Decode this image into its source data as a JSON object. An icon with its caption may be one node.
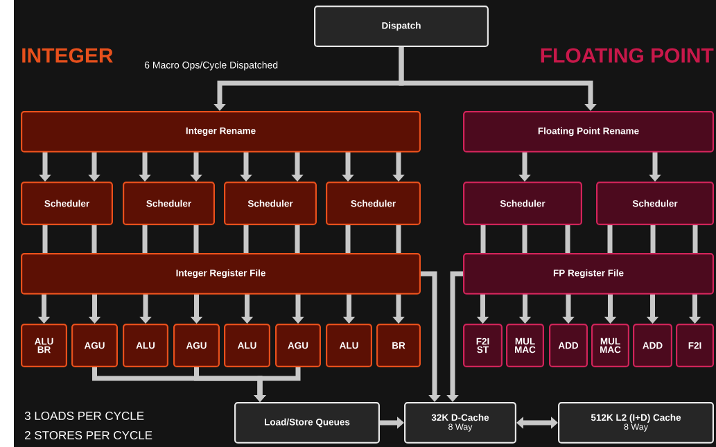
{
  "diagram": {
    "nodes": [
      {
        "text": [
          "Dispatch"
        ]
      },
      {
        "text": [
          "Integer Rename"
        ]
      },
      {
        "text": [
          "Floating Point Rename"
        ]
      },
      {
        "text": [
          "Scheduler"
        ]
      },
      {
        "text": [
          "Scheduler"
        ]
      },
      {
        "text": [
          "Scheduler"
        ]
      },
      {
        "text": [
          "Scheduler"
        ]
      },
      {
        "text": [
          "Scheduler"
        ]
      },
      {
        "text": [
          "Scheduler"
        ]
      },
      {
        "text": [
          "Integer Register File"
        ]
      },
      {
        "text": [
          "FP Register File"
        ]
      },
      {
        "text": [
          "ALU BR"
        ]
      },
      {
        "text": [
          "AGU"
        ]
      },
      {
        "text": [
          "ALU"
        ]
      },
      {
        "text": [
          "AGU"
        ]
      },
      {
        "text": [
          "ALU"
        ]
      },
      {
        "text": [
          "AGU"
        ]
      },
      {
        "text": [
          "ALU"
        ]
      },
      {
        "text": [
          "BR"
        ]
      },
      {
        "text": [
          "F2I ST"
        ]
      },
      {
        "text": [
          "MUL MAC"
        ]
      },
      {
        "text": [
          "ADD"
        ]
      },
      {
        "text": [
          "MUL MAC"
        ]
      },
      {
        "text": [
          "ADD"
        ]
      },
      {
        "text": [
          "F2I"
        ]
      },
      {
        "text": [
          "Load/Store Queues"
        ]
      },
      {
        "text": [
          "32K D-Cache",
          "8 Way"
        ]
      },
      {
        "text": [
          "512K L2 (I+D) Cache",
          "8 Way"
        ]
      }
    ],
    "edges": [
      {
        "from": 0,
        "to": 1,
        "arrow": "to"
      },
      {
        "from": 0,
        "to": 2,
        "arrow": "to"
      },
      {
        "from": 1,
        "to": 3,
        "arrow": "to"
      },
      {
        "from": 1,
        "to": 3,
        "arrow": "to"
      },
      {
        "from": 1,
        "to": 4,
        "arrow": "to"
      },
      {
        "from": 1,
        "to": 4,
        "arrow": "to"
      },
      {
        "from": 1,
        "to": 5,
        "arrow": "to"
      },
      {
        "from": 1,
        "to": 5,
        "arrow": "to"
      },
      {
        "from": 1,
        "to": 6,
        "arrow": "to"
      },
      {
        "from": 1,
        "to": 6,
        "arrow": "to"
      },
      {
        "from": 2,
        "to": 7,
        "arrow": "to"
      },
      {
        "from": 2,
        "to": 8,
        "arrow": "to"
      },
      {
        "from": 3,
        "to": 9,
        "arrow": "none"
      },
      {
        "from": 3,
        "to": 9,
        "arrow": "none"
      },
      {
        "from": 4,
        "to": 9,
        "arrow": "none"
      },
      {
        "from": 4,
        "to": 9,
        "arrow": "none"
      },
      {
        "from": 5,
        "to": 9,
        "arrow": "none"
      },
      {
        "from": 5,
        "to": 9,
        "arrow": "none"
      },
      {
        "from": 6,
        "to": 9,
        "arrow": "none"
      },
      {
        "from": 6,
        "to": 9,
        "arrow": "none"
      },
      {
        "from": 7,
        "to": 10,
        "arrow": "none"
      },
      {
        "from": 7,
        "to": 10,
        "arrow": "none"
      },
      {
        "from": 7,
        "to": 10,
        "arrow": "none"
      },
      {
        "from": 8,
        "to": 10,
        "arrow": "none"
      },
      {
        "from": 8,
        "to": 10,
        "arrow": "none"
      },
      {
        "from": 8,
        "to": 10,
        "arrow": "none"
      },
      {
        "from": 9,
        "to": 11,
        "arrow": "to"
      },
      {
        "from": 9,
        "to": 12,
        "arrow": "to"
      },
      {
        "from": 9,
        "to": 13,
        "arrow": "to"
      },
      {
        "from": 9,
        "to": 14,
        "arrow": "to"
      },
      {
        "from": 9,
        "to": 15,
        "arrow": "to"
      },
      {
        "from": 9,
        "to": 16,
        "arrow": "to"
      },
      {
        "from": 9,
        "to": 17,
        "arrow": "to"
      },
      {
        "from": 9,
        "to": 18,
        "arrow": "to"
      },
      {
        "from": 10,
        "to": 19,
        "arrow": "to"
      },
      {
        "from": 10,
        "to": 20,
        "arrow": "to"
      },
      {
        "from": 10,
        "to": 21,
        "arrow": "to"
      },
      {
        "from": 10,
        "to": 22,
        "arrow": "to"
      },
      {
        "from": 10,
        "to": 23,
        "arrow": "to"
      },
      {
        "from": 10,
        "to": 24,
        "arrow": "to"
      },
      {
        "from": 12,
        "to": 25,
        "arrow": "to"
      },
      {
        "from": 14,
        "to": 25,
        "arrow": "to"
      },
      {
        "from": 16,
        "to": 25,
        "arrow": "to"
      },
      {
        "from": 9,
        "to": 26,
        "arrow": "to"
      },
      {
        "from": 10,
        "to": 26,
        "arrow": "to"
      },
      {
        "from": 25,
        "to": 26,
        "arrow": "to"
      },
      {
        "from": 26,
        "to": 27,
        "arrow": "both"
      }
    ],
    "labels": [
      "INTEGER",
      "6 Macro Ops/Cycle Dispatched",
      "FLOATING POINT",
      "3 LOADS PER CYCLE",
      "2 STORES PER CYCLE"
    ]
  }
}
